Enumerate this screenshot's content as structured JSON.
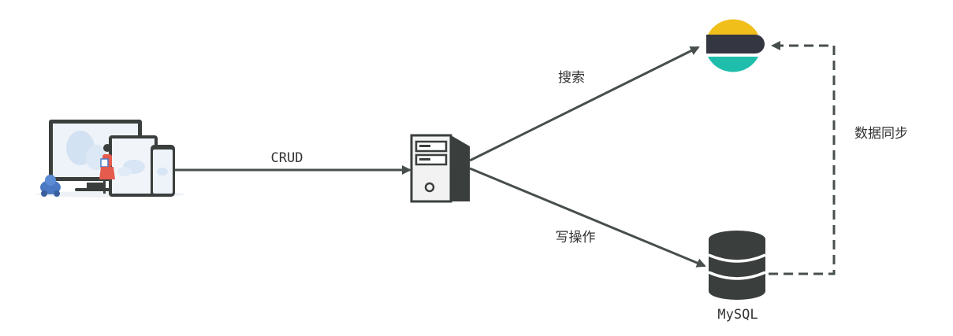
{
  "diagram": {
    "nodes": {
      "clients": {
        "icon": "multi-device-icon"
      },
      "server": {
        "icon": "server-icon"
      },
      "elasticsearch": {
        "icon": "elasticsearch-logo-icon"
      },
      "mysql": {
        "icon": "database-icon",
        "label": "MySQL"
      }
    },
    "edges": {
      "crud": {
        "label": "CRUD",
        "style": "solid"
      },
      "search": {
        "label": "搜索",
        "style": "solid"
      },
      "write": {
        "label": "写操作",
        "style": "solid"
      },
      "sync": {
        "label": "数据同步",
        "style": "dashed"
      }
    },
    "colors": {
      "line": "#474f4c",
      "es_yellow": "#f0bf1a",
      "es_dark": "#343741",
      "es_teal": "#1fbdac",
      "db": "#3a3f3d",
      "server_fill": "#f2f2f2",
      "server_stroke": "#3a3f3d"
    }
  }
}
